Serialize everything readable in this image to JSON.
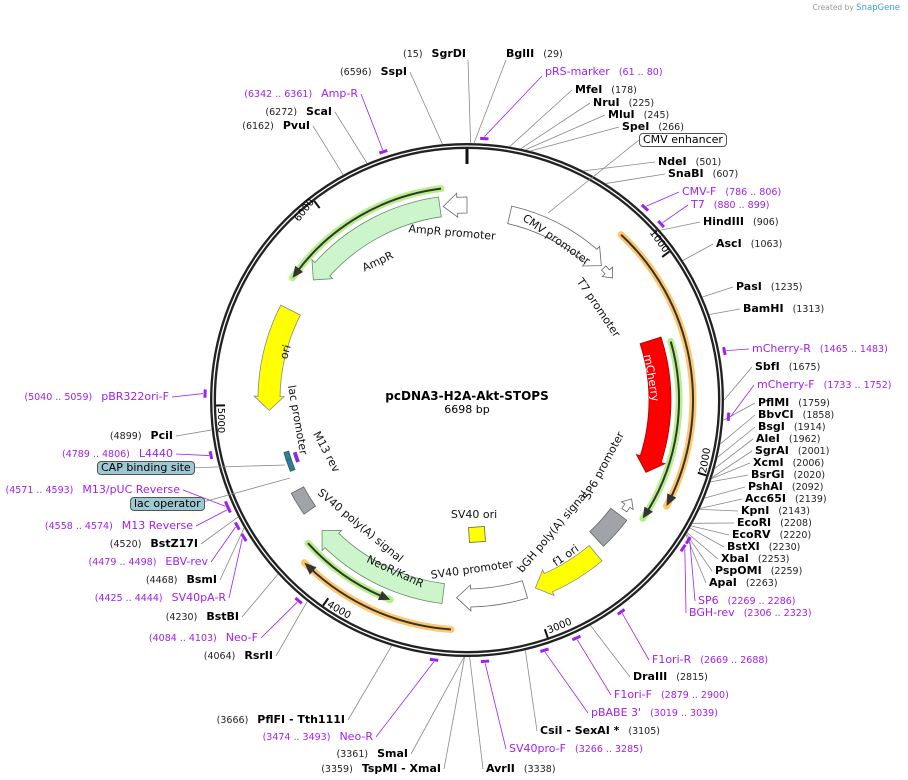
{
  "watermark": {
    "created_by": "Created by",
    "brand": "SnapGene"
  },
  "plasmid": {
    "name": "pcDNA3-H2A-Akt-STOPS",
    "length": "6698 bp",
    "total_bp": 6698
  },
  "colors": {
    "backbone": "#222222",
    "primer": "#a020f0",
    "mcherry": "#ff0000",
    "ori": "#ffff00",
    "resistance": "#ccf5cc",
    "promoter": "#ffffff",
    "polyA": "#a0a4a8",
    "orf_green": "#b6f08a",
    "orf_orange": "#ffc66b",
    "boxed_teal": "#9fc9d2"
  },
  "ticks": [
    "1000",
    "2000",
    "3000",
    "4000",
    "5000",
    "6000"
  ],
  "enzyme_sites": [
    {
      "name": "SgrDI",
      "position": 15
    },
    {
      "name": "BglII",
      "position": 29
    },
    {
      "name": "SspI",
      "position": 6596
    },
    {
      "name": "ScaI",
      "position": 6272
    },
    {
      "name": "PvuI",
      "position": 6162
    },
    {
      "name": "MfeI",
      "position": 178
    },
    {
      "name": "NruI",
      "position": 225
    },
    {
      "name": "MluI",
      "position": 245
    },
    {
      "name": "SpeI",
      "position": 266
    },
    {
      "name": "NdeI",
      "position": 501
    },
    {
      "name": "SnaBI",
      "position": 607
    },
    {
      "name": "HindIII",
      "position": 906
    },
    {
      "name": "AscI",
      "position": 1063
    },
    {
      "name": "PasI",
      "position": 1235
    },
    {
      "name": "BamHI",
      "position": 1313
    },
    {
      "name": "SbfI",
      "position": 1675
    },
    {
      "name": "PflMI",
      "position": 1759
    },
    {
      "name": "BbvCI",
      "position": 1858
    },
    {
      "name": "BsgI",
      "position": 1914
    },
    {
      "name": "AleI",
      "position": 1962
    },
    {
      "name": "SgrAI",
      "position": 2001
    },
    {
      "name": "XcmI",
      "position": 2006
    },
    {
      "name": "BsrGI",
      "position": 2020
    },
    {
      "name": "PshAI",
      "position": 2092
    },
    {
      "name": "Acc65I",
      "position": 2139
    },
    {
      "name": "KpnI",
      "position": 2143
    },
    {
      "name": "EcoRI",
      "position": 2208
    },
    {
      "name": "EcoRV",
      "position": 2220
    },
    {
      "name": "BstXI",
      "position": 2230
    },
    {
      "name": "XbaI",
      "position": 2253
    },
    {
      "name": "PspOMI",
      "position": 2259
    },
    {
      "name": "ApaI",
      "position": 2263
    },
    {
      "name": "DraIII",
      "position": 2815
    },
    {
      "name": "CsiI  - SexAI *",
      "position": 3105
    },
    {
      "name": "AvrII",
      "position": 3338
    },
    {
      "name": "TspMI  - XmaI",
      "position": 3359
    },
    {
      "name": "SmaI",
      "position": 3361
    },
    {
      "name": "PflFI  - Tth111I",
      "position": 3666
    },
    {
      "name": "RsrII",
      "position": 4064
    },
    {
      "name": "BstBI",
      "position": 4230
    },
    {
      "name": "BsmI",
      "position": 4468
    },
    {
      "name": "BstZ17I",
      "position": 4520
    },
    {
      "name": "PciI",
      "position": 4899
    }
  ],
  "primers": [
    {
      "name": "pRS-marker",
      "range": "61 .. 80"
    },
    {
      "name": "CMV-F",
      "range": "786 .. 806"
    },
    {
      "name": "T7",
      "range": "880 .. 899"
    },
    {
      "name": "mCherry-R",
      "range": "1465 .. 1483"
    },
    {
      "name": "mCherry-F",
      "range": "1733 .. 1752"
    },
    {
      "name": "SP6",
      "range": "2269 .. 2286"
    },
    {
      "name": "BGH-rev",
      "range": "2306 .. 2323"
    },
    {
      "name": "F1ori-R",
      "range": "2669 .. 2688"
    },
    {
      "name": "F1ori-F",
      "range": "2879 .. 2900"
    },
    {
      "name": "pBABE 3'",
      "range": "3019 .. 3039"
    },
    {
      "name": "SV40pro-F",
      "range": "3266 .. 3285"
    },
    {
      "name": "Amp-R",
      "range": "6342 .. 6361"
    },
    {
      "name": "Neo-R",
      "range": "3474 .. 3493"
    },
    {
      "name": "Neo-F",
      "range": "4084 .. 4103"
    },
    {
      "name": "SV40pA-R",
      "range": "4425 .. 4444"
    },
    {
      "name": "EBV-rev",
      "range": "4479 .. 4498"
    },
    {
      "name": "M13 Reverse",
      "range": "4558 .. 4574"
    },
    {
      "name": "M13/pUC Reverse",
      "range": "4571 .. 4593"
    },
    {
      "name": "L4440",
      "range": "4789 .. 4806"
    },
    {
      "name": "pBR322ori-F",
      "range": "5040 .. 5059"
    }
  ],
  "boxed_features": [
    {
      "name": "CMV enhancer",
      "style": "white"
    },
    {
      "name": "CAP binding site",
      "style": "teal"
    },
    {
      "name": "lac operator",
      "style": "teal"
    }
  ],
  "features": [
    {
      "name": "AmpR promoter"
    },
    {
      "name": "AmpR"
    },
    {
      "name": "CMV promoter"
    },
    {
      "name": "T7 promoter"
    },
    {
      "name": "mCherry"
    },
    {
      "name": "ori"
    },
    {
      "name": "lac promoter"
    },
    {
      "name": "M13 rev"
    },
    {
      "name": "SV40 poly(A) signal"
    },
    {
      "name": "NeoR/KanR"
    },
    {
      "name": "SV40 promoter"
    },
    {
      "name": "bGH poly(A) signal"
    },
    {
      "name": "f1 ori"
    },
    {
      "name": "SP6 promoter"
    },
    {
      "name": "SV40 ori"
    }
  ]
}
